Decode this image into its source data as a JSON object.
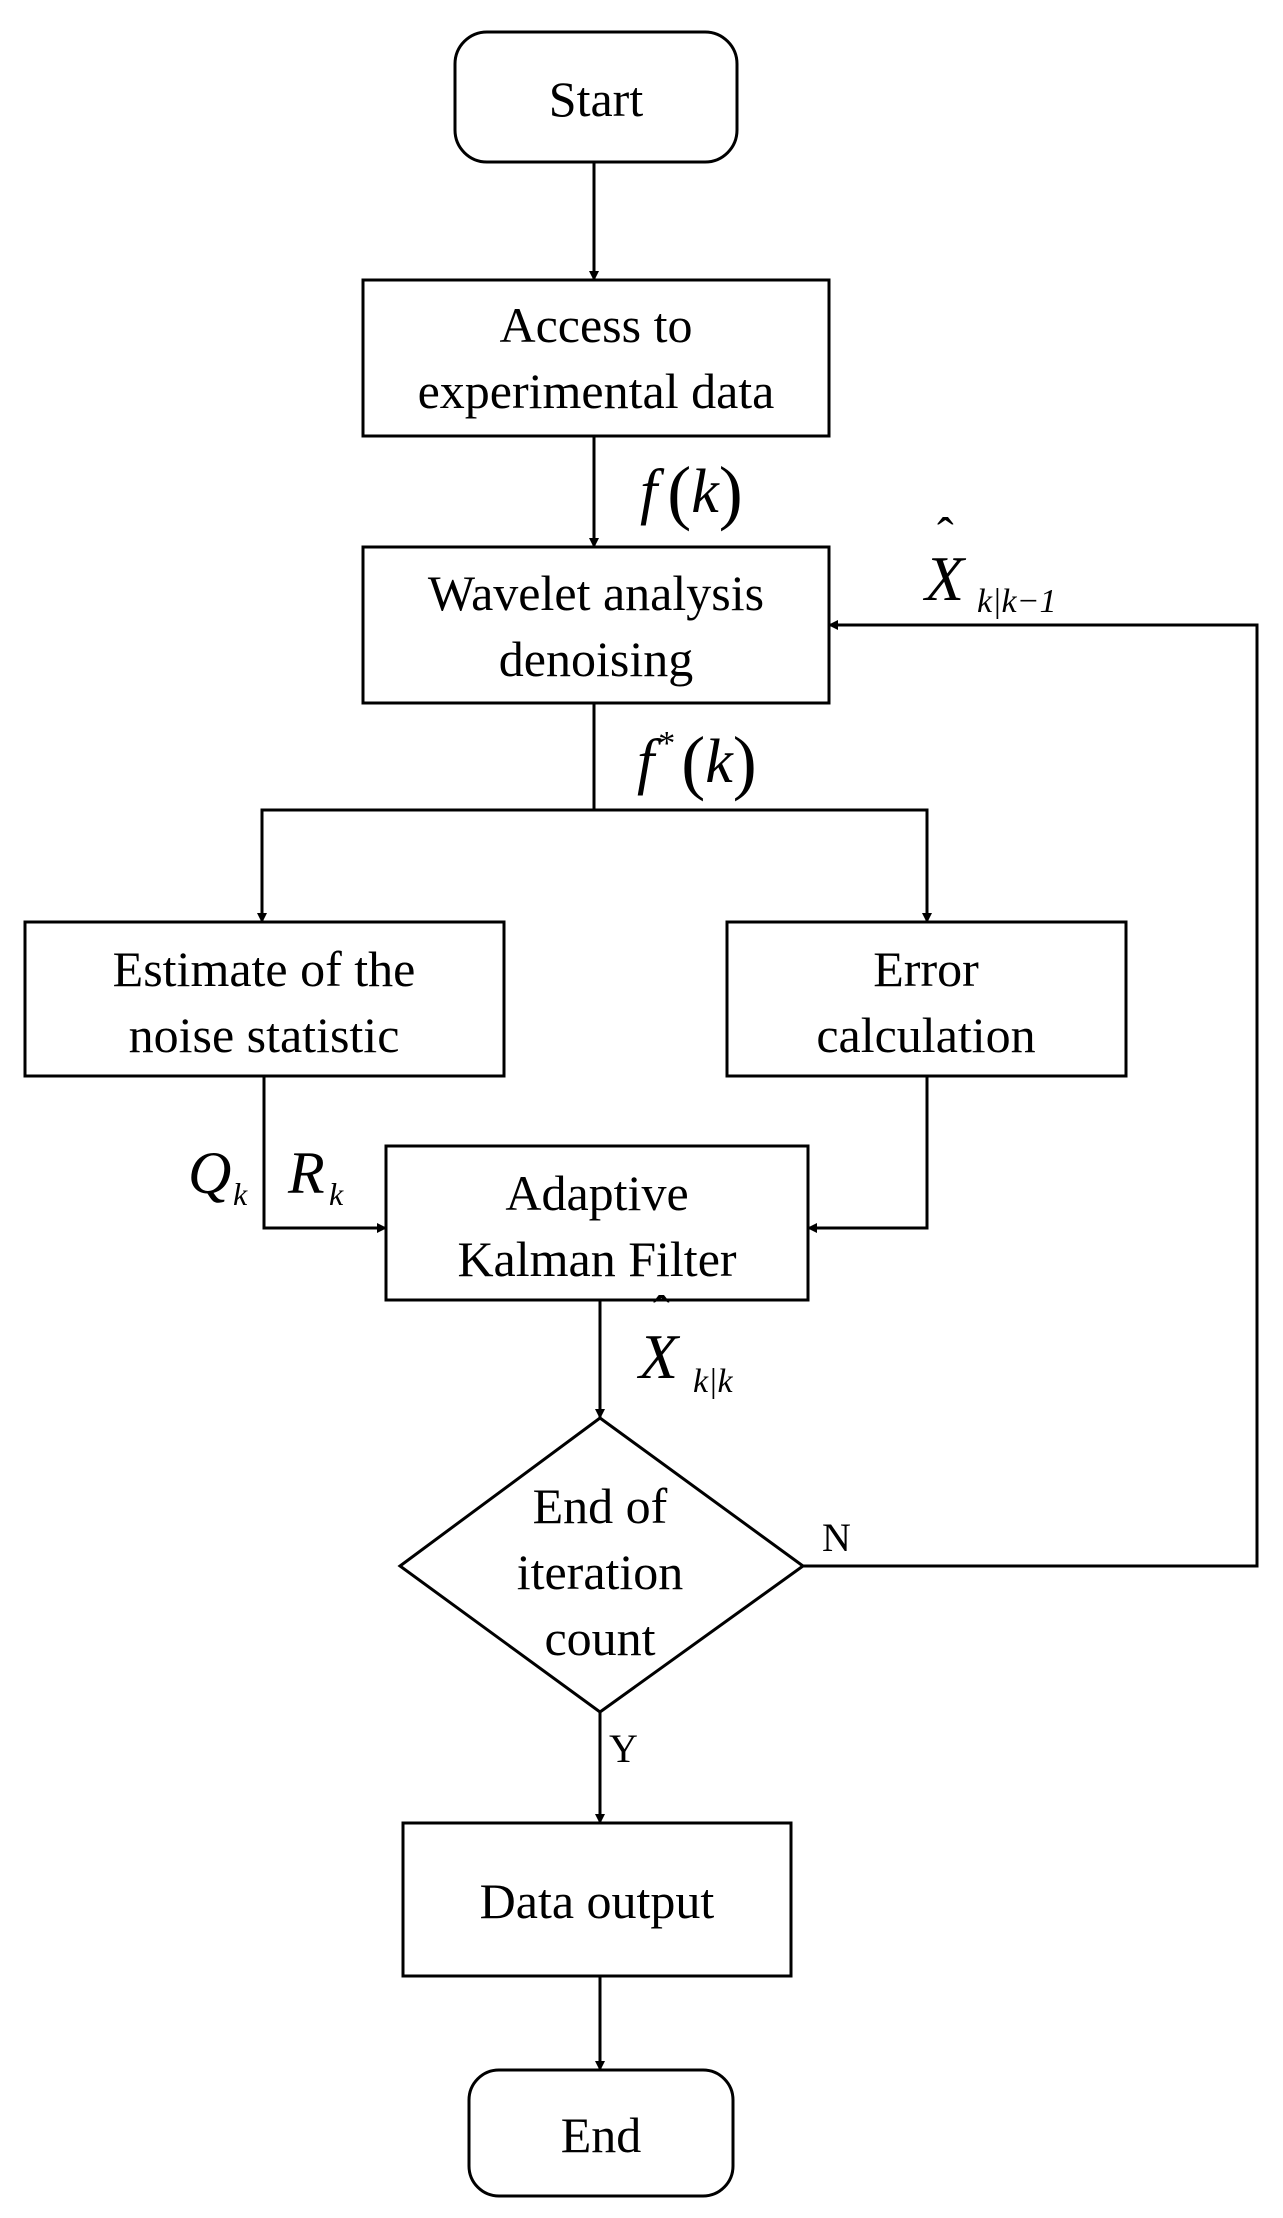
{
  "nodes": {
    "start": "Start",
    "access": [
      "Access to",
      "experimental data"
    ],
    "wavelet": [
      "Wavelet analysis",
      "denoising"
    ],
    "estimate": [
      "Estimate of the",
      "noise statistic"
    ],
    "error": [
      "Error",
      "calculation"
    ],
    "kalman": [
      "Adaptive",
      "Kalman Filter"
    ],
    "decision": [
      "End of",
      "iteration",
      "count"
    ],
    "output": "Data output",
    "end": "End"
  },
  "edge_labels": {
    "f_k": {
      "fn": "f",
      "arg": "k"
    },
    "f_star_k": {
      "fn": "f",
      "sup": "*",
      "arg": "k"
    },
    "x_hat_prior": {
      "base": "X",
      "hat": "ˆ",
      "sub": "k|k−1"
    },
    "x_hat_post": {
      "base": "X",
      "hat": "ˆ",
      "sub": "k|k"
    },
    "q_k": {
      "base": "Q",
      "sub": "k"
    },
    "r_k": {
      "base": "R",
      "sub": "k"
    },
    "no": "N",
    "yes": "Y"
  }
}
